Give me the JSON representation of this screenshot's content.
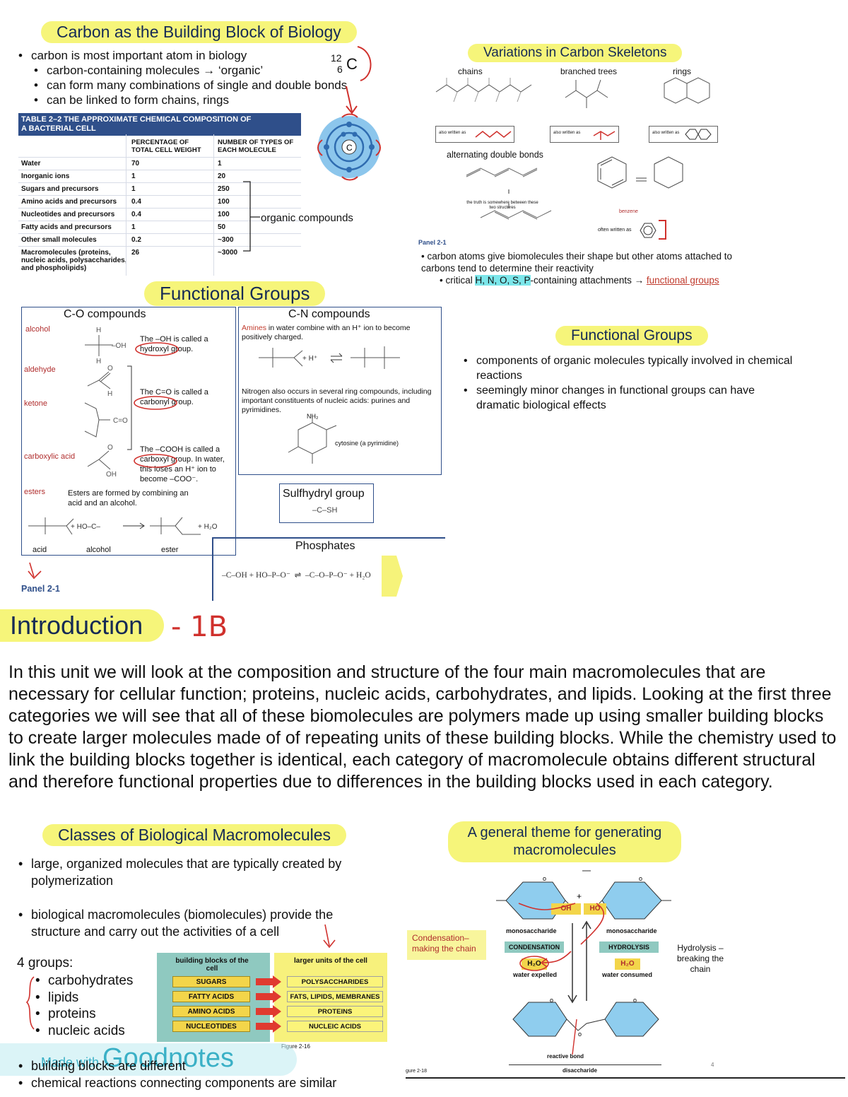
{
  "carbon": {
    "title": "Carbon as the Building Block of Biology",
    "bullets": [
      "carbon is most important atom in biology"
    ],
    "sub_bullets": [
      "carbon-containing molecules → ‘organic’",
      "can form many combinations of single and double bonds",
      "can be linked to form chains, rings"
    ],
    "atom_mass": "12",
    "atom_number": "6",
    "atom_symbol": "C"
  },
  "table": {
    "title_line1": "TABLE 2–2 THE APPROXIMATE CHEMICAL COMPOSITION OF",
    "title_line2": "A BACTERIAL CELL",
    "col1": "PERCENTAGE OF TOTAL CELL WEIGHT",
    "col2": "NUMBER OF TYPES OF EACH MOLECULE",
    "rows": [
      {
        "name": "Water",
        "pct": "70",
        "types": "1"
      },
      {
        "name": "Inorganic ions",
        "pct": "1",
        "types": "20"
      },
      {
        "name": "Sugars and precursors",
        "pct": "1",
        "types": "250"
      },
      {
        "name": "Amino acids and precursors",
        "pct": "0.4",
        "types": "100"
      },
      {
        "name": "Nucleotides and precursors",
        "pct": "0.4",
        "types": "100"
      },
      {
        "name": "Fatty acids and precursors",
        "pct": "1",
        "types": "50"
      },
      {
        "name": "Other small molecules",
        "pct": "0.2",
        "types": "~300"
      },
      {
        "name": "Macromolecules (proteins, nucleic acids, polysaccharides, and phospholipids)",
        "pct": "26",
        "types": "~3000"
      }
    ],
    "bracket_label": "organic compounds"
  },
  "skeletons": {
    "title": "Variations in Carbon Skeletons",
    "chains": "chains",
    "branched": "branched trees",
    "rings": "rings",
    "also_written": "also written as",
    "alt_double": "alternating double bonds",
    "truth": "the truth is somewhere between these two structures",
    "benzene": "benzene",
    "often_written": "often written as",
    "panel": "Panel 2-1",
    "bullet1": "carbon atoms give biomolecules their shape but other atoms attached to carbons tend to determine their reactivity",
    "bullet2_prefix": "• critical ",
    "bullet2_hl": "H, N, O, S, P",
    "bullet2_mid": "-containing attachments → ",
    "bullet2_link": "functional groups"
  },
  "fg_panel": {
    "title": "Functional Groups",
    "co_title": "C-O compounds",
    "cn_title": "C-N compounds",
    "alcohol": "alcohol",
    "aldehyde": "aldehyde",
    "ketone": "ketone",
    "carboxylic": "carboxylic acid",
    "esters": "esters",
    "hydroxyl_text_a": "The –OH is called a",
    "hydroxyl_text_b": "hydroxyl group.",
    "carbonyl_text_a": "The C=O is called a",
    "carbonyl_text_b": "carbonyl group.",
    "carboxyl_text_a": "The –COOH is called a",
    "carboxyl_text_b": "carboxyl group. In water,",
    "carboxyl_text_c": "this loses an H⁺ ion to",
    "carboxyl_text_d": "become –COO⁻.",
    "esters_text_a": "Esters are formed by combining an",
    "esters_text_b": "acid and an alcohol.",
    "acid": "acid",
    "alcohol_lbl": "alcohol",
    "ester": "ester",
    "water_plus": "+ H₂O",
    "amines_word": "Amines",
    "amines_text": " in water combine with an H⁺ ion to become positively charged.",
    "nitrogen_text": "Nitrogen also occurs in several ring compounds, including important constituents of nucleic acids: purines and pyrimidines.",
    "cytosine": "cytosine (a pyrimidine)",
    "nh2": "NH₂",
    "sulfhydryl": "Sulfhydryl group",
    "sh": "–C–SH",
    "phosphates": "Phosphates",
    "phos_eq": "–C–OH + HO–P–O⁻  ⇌  –C–O–P–O⁻ + H₂O",
    "panel": "Panel 2-1"
  },
  "fg_right": {
    "title": "Functional Groups",
    "bullets": [
      "components of organic molecules typically involved in chemical reactions",
      "seemingly minor changes in functional groups can have dramatic biological effects"
    ]
  },
  "intro": {
    "title": "Introduction",
    "tag": "- 1B",
    "body": "In this unit we will look at the composition and structure of the four main macromolecules that are necessary for cellular function; proteins, nucleic acids, carbohydrates, and lipids. Looking at the first three categories we will see that all of these biomolecules are polymers made up using smaller building blocks to create larger molecules made of of repeating units of these building blocks. While the chemistry used to link the building blocks together is identical, each category of macromolecule obtains different structural and therefore functional properties due to differences in the building blocks used in each category."
  },
  "classes": {
    "title": "Classes of Biological Macromolecules",
    "bullet1": "large, organized molecules that are typically created by polymerization",
    "bullet2": "biological macromolecules (biomolecules) provide the structure and carry out the activities of a cell",
    "groups_title": "4 groups:",
    "groups": [
      "carbohydrates",
      "lipids",
      "proteins",
      "nucleic acids"
    ],
    "bullet3": "building blocks are different",
    "bullet4": "chemical reactions connecting components are similar",
    "bb_header": "building blocks of the cell",
    "lu_header": "larger units of the cell",
    "pairs": [
      {
        "bb": "SUGARS",
        "lu": "POLYSACCHARIDES"
      },
      {
        "bb": "FATTY ACIDS",
        "lu": "FATS, LIPIDS, MEMBRANES"
      },
      {
        "bb": "AMINO ACIDS",
        "lu": "PROTEINS"
      },
      {
        "bb": "NUCLEOTIDES",
        "lu": "NUCLEIC ACIDS"
      }
    ],
    "figure": "Figure 2-16",
    "watermark_a": "Made with ",
    "watermark_b": "Goodnotes"
  },
  "theme": {
    "title_line1": "A general theme for generating",
    "title_line2": "macromolecules",
    "condensation_note": "Condensation– making the chain",
    "hydrolysis_note": "Hydrolysis – breaking the chain",
    "mono1": "monosaccharide",
    "mono2": "monosaccharide",
    "condensation": "CONDENSATION",
    "hydrolysis": "HYDROLYSIS",
    "h2o_1": "H₂O",
    "h2o_2": "H₂O",
    "water_expelled": "water expelled",
    "water_consumed": "water consumed",
    "oh": "OH",
    "ho": "HO",
    "reactive_bond": "reactive bond",
    "disaccharide": "disaccharide",
    "figure": "gure 2-18",
    "page": "4"
  }
}
